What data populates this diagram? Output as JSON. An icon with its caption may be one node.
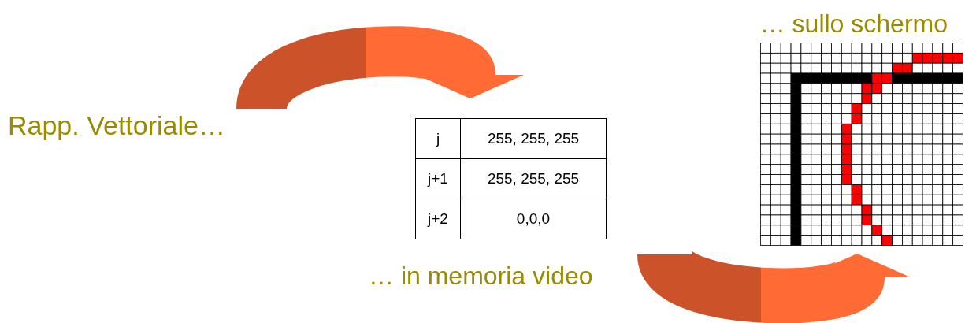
{
  "diagram": {
    "nodes": [
      {
        "text": [
          "Rapp. Vettoriale…"
        ]
      },
      {
        "text": [
          "j",
          "255, 255, 255",
          "j+1",
          "255, 255, 255",
          "j+2",
          "0,0,0"
        ],
        "beside": [
          "… in memoria video"
        ]
      },
      {
        "text": [
          "… sullo schermo"
        ]
      }
    ],
    "edges": [
      {
        "from": 0,
        "to": 1,
        "arrow": "to",
        "style": "thick",
        "color": "#ff6a35"
      },
      {
        "from": 1,
        "to": 2,
        "arrow": "to",
        "style": "thick",
        "color": "#ff6a35"
      }
    ]
  }
}
